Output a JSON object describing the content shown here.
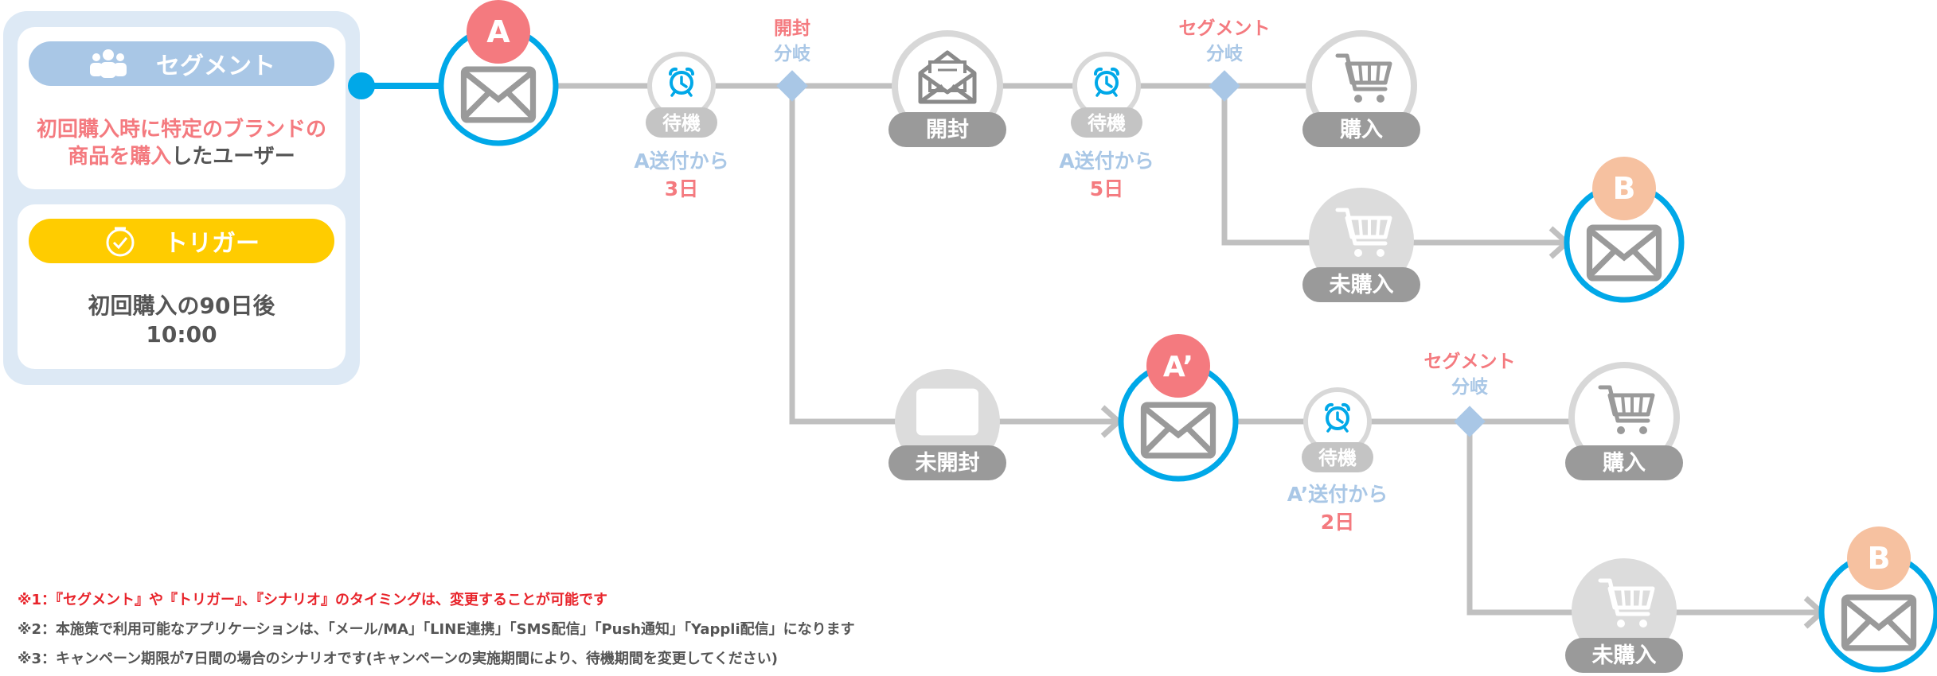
{
  "segment_card": {
    "header": "セグメント",
    "header_icon": "users-icon",
    "condition_line1_pink": "初回購入時に特定のブランドの",
    "condition_line2_pink": "商品を購入",
    "condition_line2_rest": "したユーザー"
  },
  "trigger_card": {
    "header": "トリガー",
    "header_icon": "clock-check-icon",
    "line1": "初回購入の90日後",
    "line2": "10:00"
  },
  "mails": {
    "a": "A",
    "a_prime": "A’",
    "b": "B"
  },
  "branches": {
    "open_line1": "開封",
    "open_line2": "分岐",
    "seg_line1": "セグメント",
    "seg_line2": "分岐"
  },
  "wait": {
    "label": "待機",
    "w1_line1": "A送付から",
    "w1_line2": "3日",
    "w2_line1": "A送付から",
    "w2_line2": "5日",
    "w3_line1": "A’送付から",
    "w3_line2": "2日"
  },
  "outcomes": {
    "opened": "開封",
    "unopened": "未開封",
    "purchased": "購入",
    "not_purchased": "未購入"
  },
  "notes": {
    "note1": "※1：『セグメント』や『トリガー』、『シナリオ』のタイミングは、変更することが可能です",
    "note2": "※2：本施策で利用可能なアプリケーションは、「メール/MA」「LINE連携」「SMS配信」「Push通知」「Yappli配信」になります",
    "note3": "※3：キャンペーン期限が7日間の場合のシナリオです(キャンペーンの実施期間により、待機期間を変更してください)"
  },
  "colors": {
    "accent_blue": "#00a8e8",
    "pink": "#f47a7f",
    "peach": "#f6c1a0",
    "connector_gray": "#c0c0c0",
    "label_gray": "#9a9a9a",
    "panel_blue": "#dde9f5",
    "segment_pill": "#a9c7e6",
    "trigger_pill": "#ffcc00",
    "note_red": "#e8242b"
  }
}
